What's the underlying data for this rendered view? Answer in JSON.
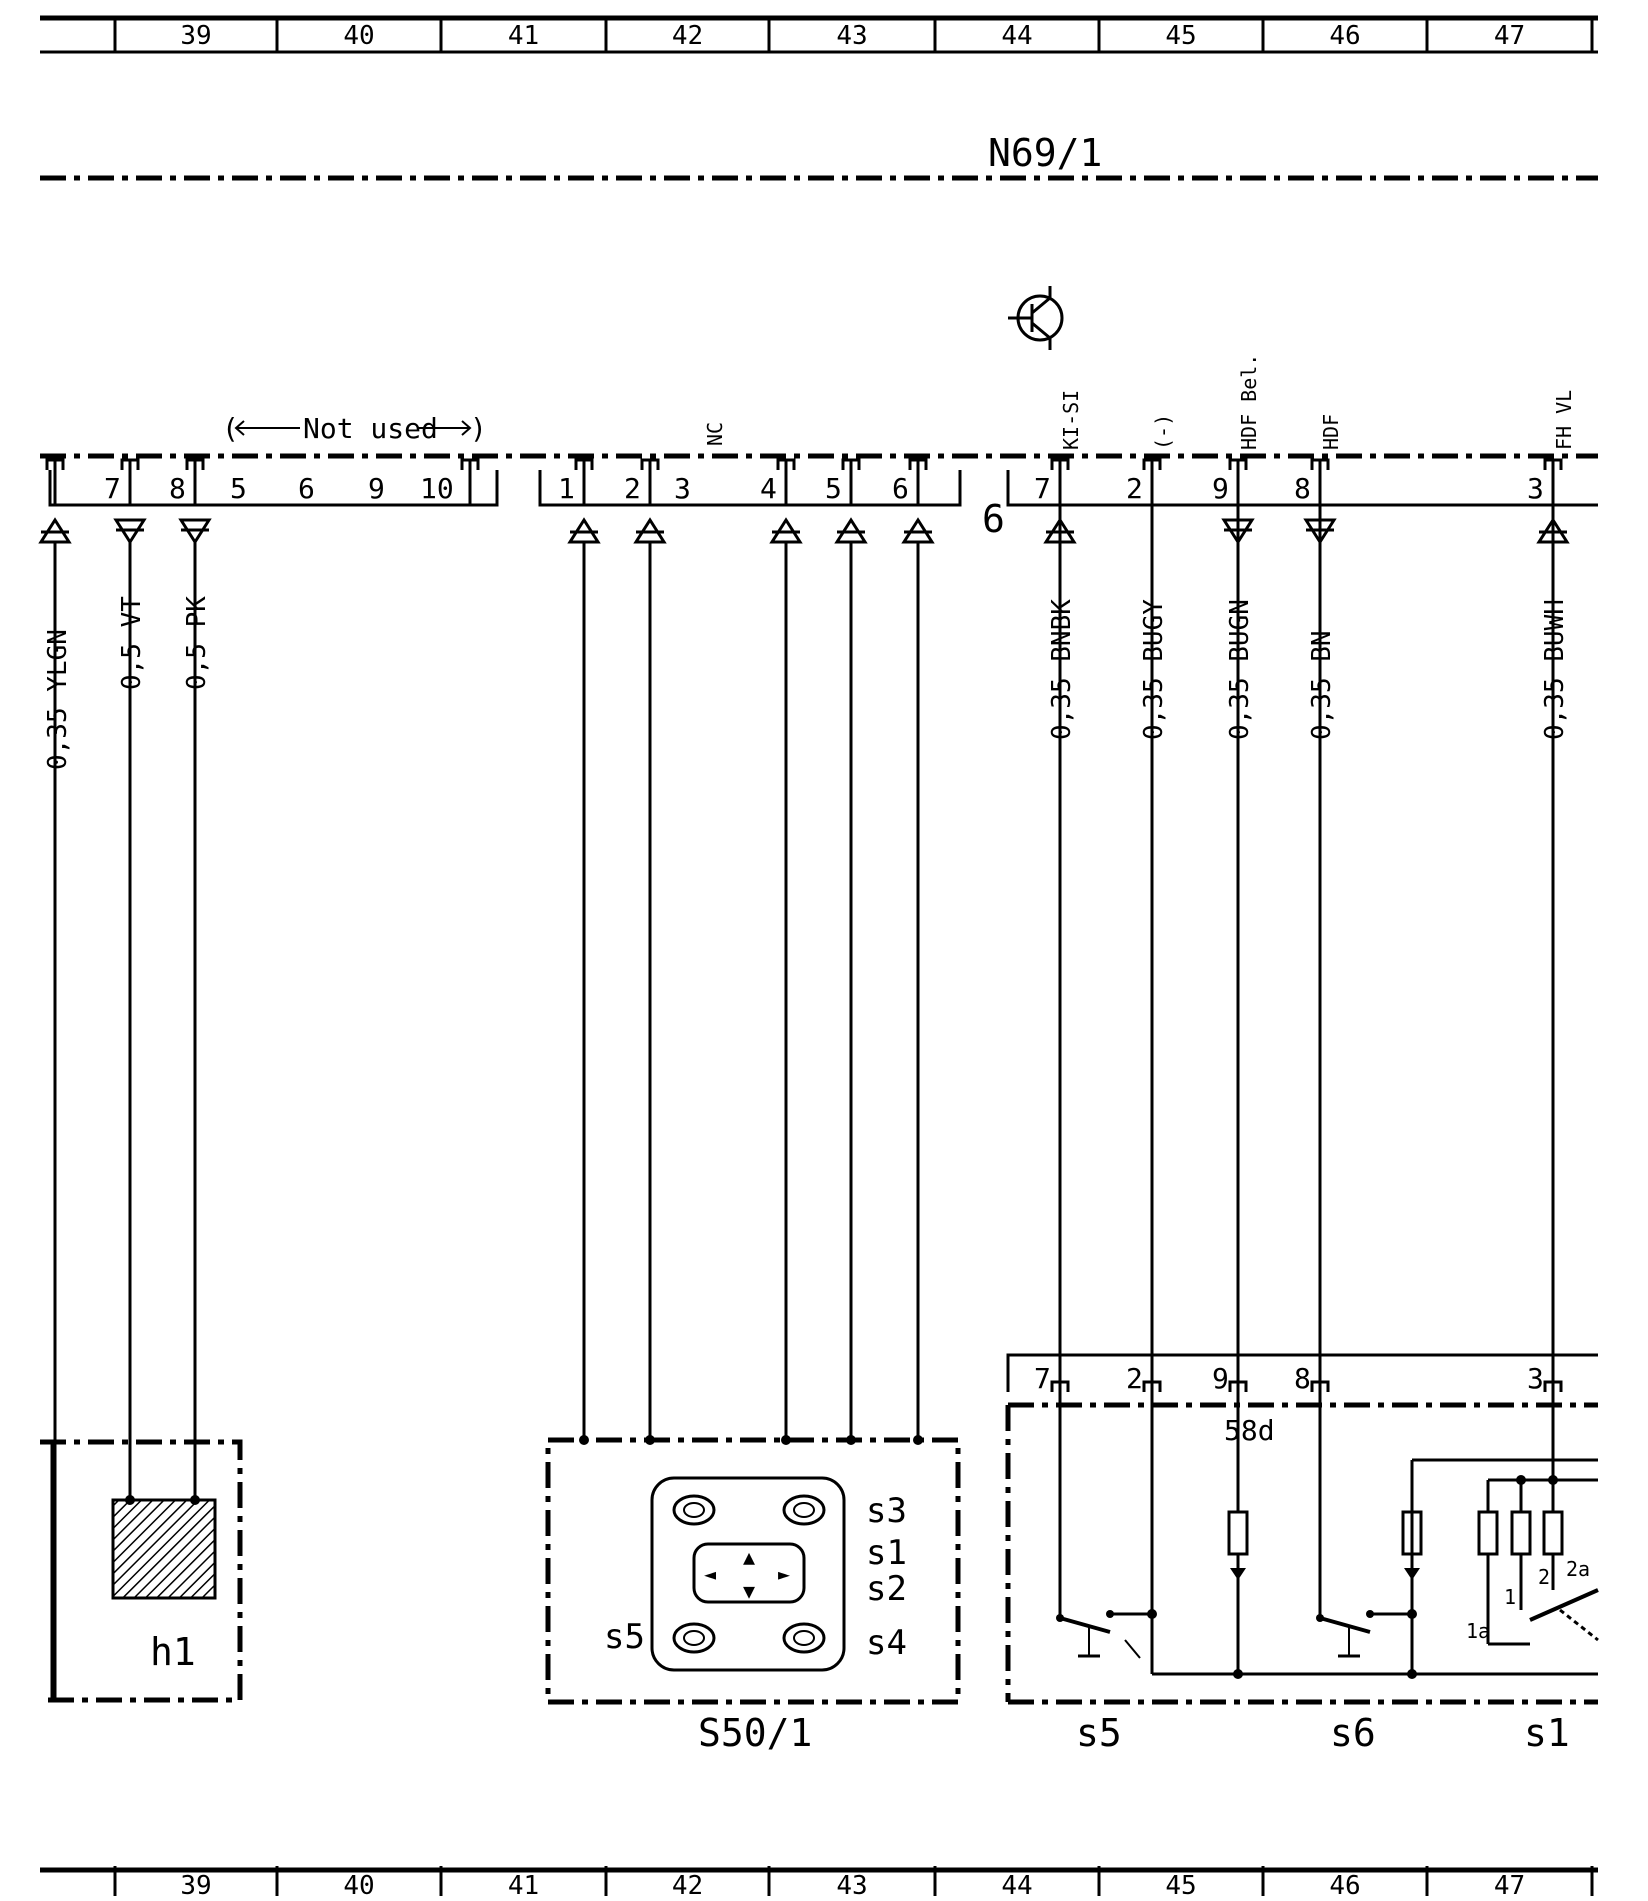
{
  "ruler": {
    "columns": [
      "39",
      "40",
      "41",
      "42",
      "43",
      "44",
      "45",
      "46",
      "47"
    ]
  },
  "modules": {
    "n69": {
      "label": "N69/1"
    },
    "s50": {
      "label": "S50/1"
    },
    "h1": {
      "label": "h1"
    }
  },
  "not_used": {
    "label": "Not used"
  },
  "nc_label": "NC",
  "left_connector": {
    "pins": [
      {
        "num": "7",
        "wire": "0,5 VT"
      },
      {
        "num": "8",
        "wire": "0,5 PK"
      }
    ],
    "unused_pins": [
      "5",
      "6",
      "9",
      "10"
    ],
    "first_wire": "0,35 YLGN"
  },
  "mid_connector": {
    "pins": [
      "1",
      "2",
      "3",
      "4",
      "5",
      "6"
    ]
  },
  "right_connector": {
    "number": "6",
    "pins": [
      {
        "num": "7",
        "signal": "KI-SI",
        "wire": "0,35 BNBK"
      },
      {
        "num": "2",
        "signal": "(-)",
        "wire": "0,35 BUGY"
      },
      {
        "num": "9",
        "signal": "HDF Bel.",
        "wire": "0,35 BUGN"
      },
      {
        "num": "8",
        "signal": "HDF",
        "wire": "0,35 BN"
      },
      {
        "num": "3",
        "signal": "FH VL",
        "wire": "0,35 BUWH"
      }
    ]
  },
  "switch_block": {
    "pins": [
      "7",
      "2",
      "9",
      "8",
      "3"
    ],
    "lamp_term": "58d",
    "sub_labels": [
      "s5",
      "s6",
      "s1"
    ],
    "inner_labels": [
      "1",
      "2",
      "2a",
      "1a"
    ]
  },
  "switch_pad": {
    "labels": [
      "s3",
      "s1",
      "s2",
      "s4",
      "s5"
    ]
  }
}
